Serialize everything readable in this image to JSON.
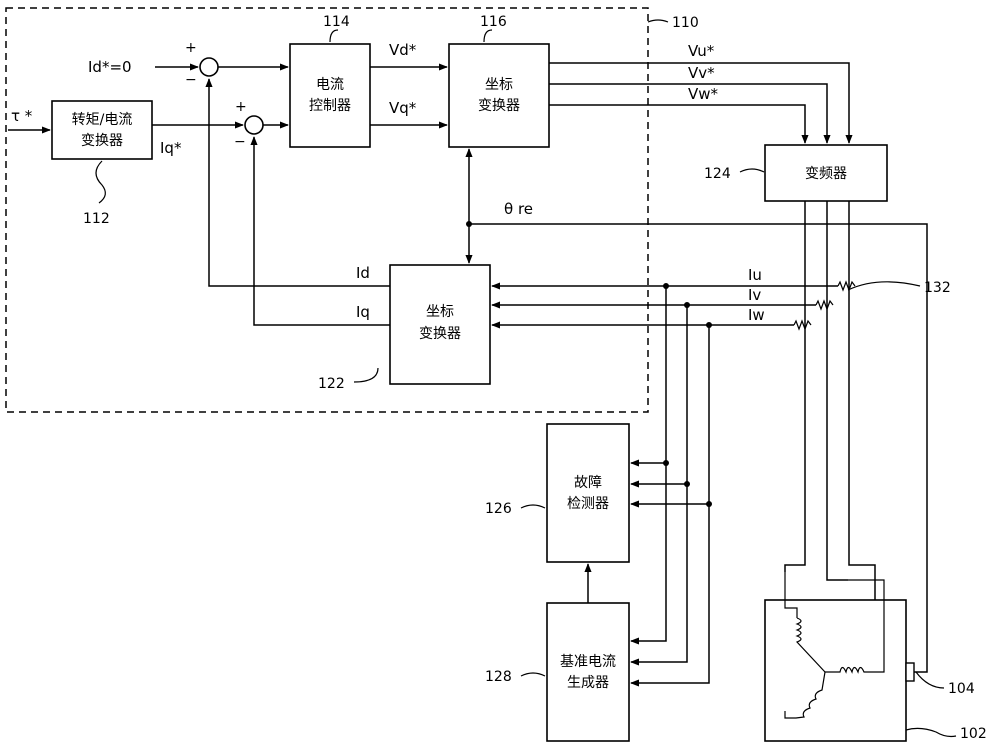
{
  "blocks": {
    "torque_converter": [
      "转矩/电流",
      "变换器"
    ],
    "current_controller": [
      "电流",
      "控制器"
    ],
    "coord_converter_top": [
      "坐标",
      "变换器"
    ],
    "coord_converter_bottom": [
      "坐标",
      "变换器"
    ],
    "inverter": [
      "变频器"
    ],
    "fault_detector": [
      "故障",
      "检测器"
    ],
    "reference_generator": [
      "基准电流",
      "生成器"
    ]
  },
  "signals": {
    "tau": "τ *",
    "id_ref": "Id*=0",
    "iq_ref": "Iq*",
    "vd": "Vd*",
    "vq": "Vq*",
    "vu": "Vu*",
    "vv": "Vv*",
    "vw": "Vw*",
    "theta": "θ re",
    "id": "Id",
    "iq": "Iq",
    "iu": "Iu",
    "iv": "Iv",
    "iw": "Iw"
  },
  "signs": {
    "plus": "+",
    "minus": "−"
  },
  "refs": {
    "r110": "110",
    "r112": "112",
    "r114": "114",
    "r116": "116",
    "r122": "122",
    "r124": "124",
    "r126": "126",
    "r128": "128",
    "r132": "132",
    "r104": "104",
    "r102": "102"
  }
}
